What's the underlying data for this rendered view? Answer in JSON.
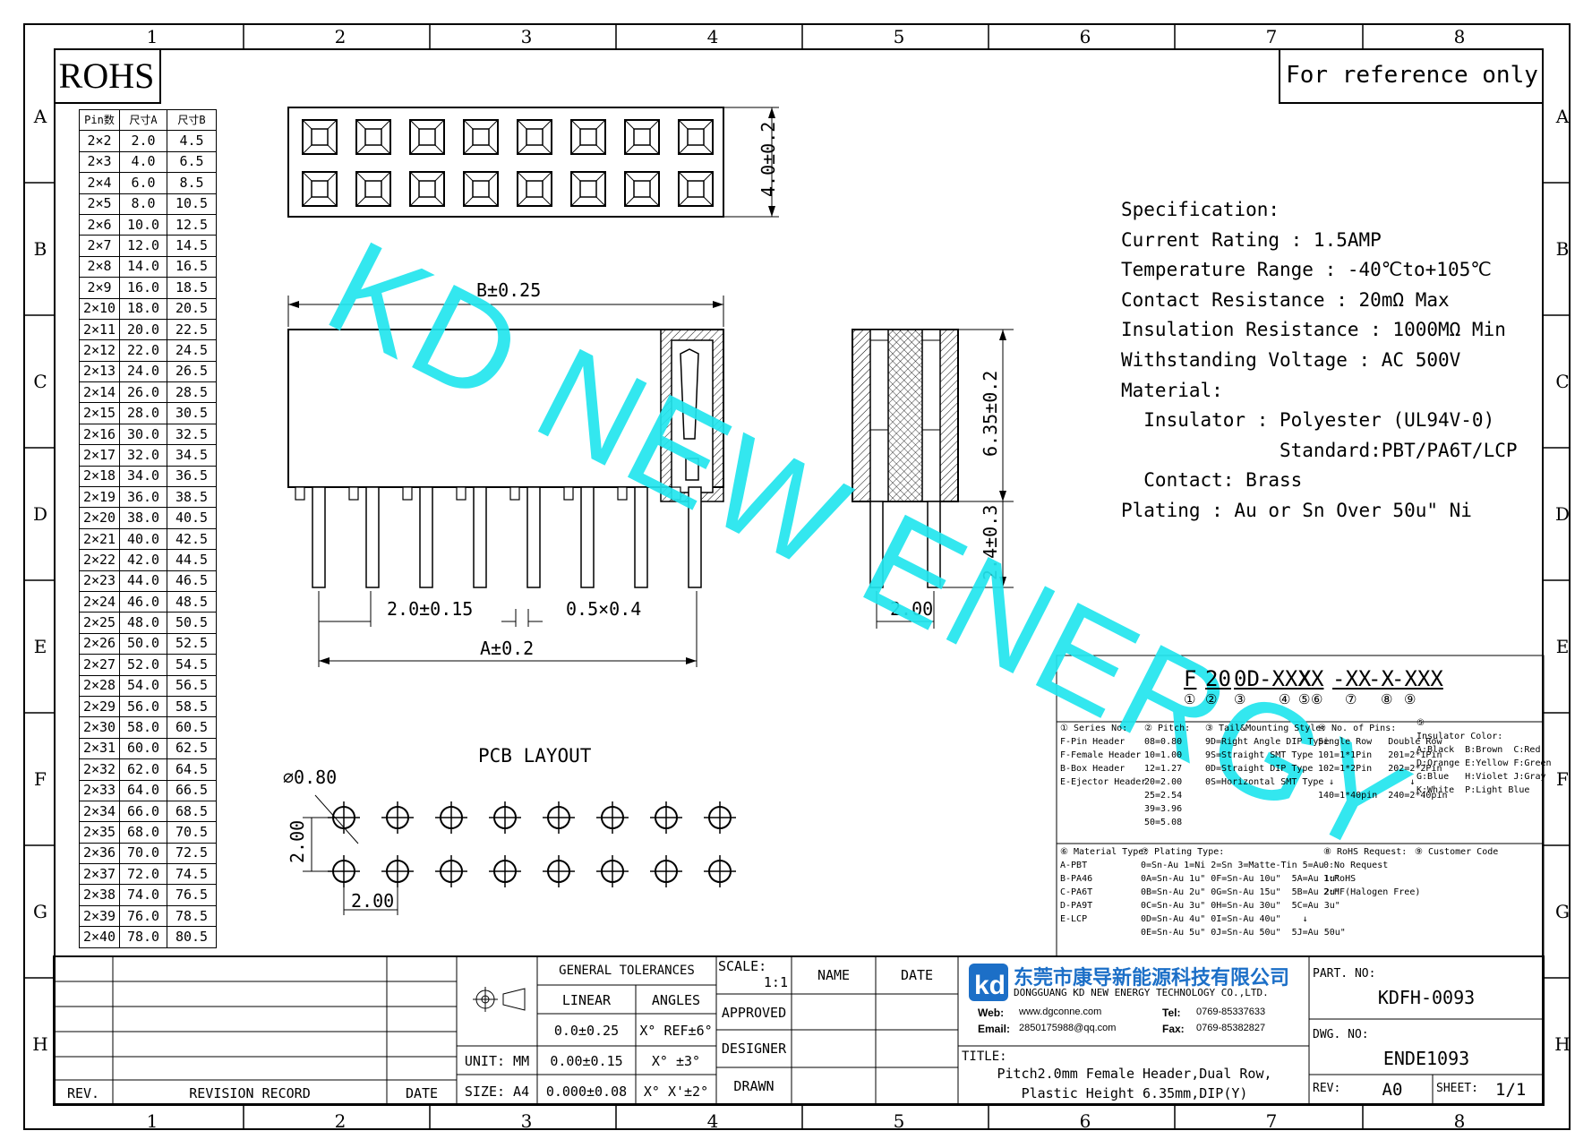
{
  "columns": [
    "1",
    "2",
    "3",
    "4",
    "5",
    "6",
    "7",
    "8"
  ],
  "rows": [
    "A",
    "B",
    "C",
    "D",
    "E",
    "F",
    "G",
    "H"
  ],
  "rohs": "ROHS",
  "reference_note": "For reference only",
  "pin_table": {
    "headers": [
      "Pin数",
      "尺寸A",
      "尺寸B"
    ],
    "rows": [
      [
        "2×2",
        "2.0",
        "4.5"
      ],
      [
        "2×3",
        "4.0",
        "6.5"
      ],
      [
        "2×4",
        "6.0",
        "8.5"
      ],
      [
        "2×5",
        "8.0",
        "10.5"
      ],
      [
        "2×6",
        "10.0",
        "12.5"
      ],
      [
        "2×7",
        "12.0",
        "14.5"
      ],
      [
        "2×8",
        "14.0",
        "16.5"
      ],
      [
        "2×9",
        "16.0",
        "18.5"
      ],
      [
        "2×10",
        "18.0",
        "20.5"
      ],
      [
        "2×11",
        "20.0",
        "22.5"
      ],
      [
        "2×12",
        "22.0",
        "24.5"
      ],
      [
        "2×13",
        "24.0",
        "26.5"
      ],
      [
        "2×14",
        "26.0",
        "28.5"
      ],
      [
        "2×15",
        "28.0",
        "30.5"
      ],
      [
        "2×16",
        "30.0",
        "32.5"
      ],
      [
        "2×17",
        "32.0",
        "34.5"
      ],
      [
        "2×18",
        "34.0",
        "36.5"
      ],
      [
        "2×19",
        "36.0",
        "38.5"
      ],
      [
        "2×20",
        "38.0",
        "40.5"
      ],
      [
        "2×21",
        "40.0",
        "42.5"
      ],
      [
        "2×22",
        "42.0",
        "44.5"
      ],
      [
        "2×23",
        "44.0",
        "46.5"
      ],
      [
        "2×24",
        "46.0",
        "48.5"
      ],
      [
        "2×25",
        "48.0",
        "50.5"
      ],
      [
        "2×26",
        "50.0",
        "52.5"
      ],
      [
        "2×27",
        "52.0",
        "54.5"
      ],
      [
        "2×28",
        "54.0",
        "56.5"
      ],
      [
        "2×29",
        "56.0",
        "58.5"
      ],
      [
        "2×30",
        "58.0",
        "60.5"
      ],
      [
        "2×31",
        "60.0",
        "62.5"
      ],
      [
        "2×32",
        "62.0",
        "64.5"
      ],
      [
        "2×33",
        "64.0",
        "66.5"
      ],
      [
        "2×34",
        "66.0",
        "68.5"
      ],
      [
        "2×35",
        "68.0",
        "70.5"
      ],
      [
        "2×36",
        "70.0",
        "72.5"
      ],
      [
        "2×37",
        "72.0",
        "74.5"
      ],
      [
        "2×38",
        "74.0",
        "76.5"
      ],
      [
        "2×39",
        "76.0",
        "78.5"
      ],
      [
        "2×40",
        "78.0",
        "80.5"
      ]
    ]
  },
  "dimensions": {
    "top_height": "4.0±0.2",
    "b_length": "B±0.25",
    "pitch": "2.0±0.15",
    "pin_size": "0.5×0.4",
    "a_length": "A±0.2",
    "plastic_height": "6.35±0.2",
    "tail_length": "2.4±0.3",
    "side_pitch": "2.00",
    "pcb_title": "PCB LAYOUT",
    "hole_dia": "⌀0.80",
    "pcb_row_pitch": "2.00",
    "pcb_col_pitch": "2.00"
  },
  "specification": {
    "lines": [
      "Specification:",
      "Current Rating : 1.5AMP",
      "Temperature Range : -40℃to+105℃",
      "Contact Resistance : 20mΩ Max",
      "Insulation Resistance : 1000MΩ Min",
      "Withstanding Voltage : AC 500V",
      "Material:",
      "  Insulator : Polyester (UL94V-0)",
      "              Standard:PBT/PA6T/LCP",
      "  Contact: Brass",
      "Plating : Au or Sn Over 50u\" Ni"
    ]
  },
  "watermark": "KD NEW ENERGY",
  "part_code": {
    "segments": [
      "F",
      "20",
      "0D",
      "-XXX",
      "X",
      "X",
      "-XX",
      "-X",
      "-XXX"
    ],
    "indices": [
      "①",
      "②",
      "③",
      "④",
      "⑤",
      "⑥",
      "⑦",
      "⑧",
      "⑨"
    ]
  },
  "legend": {
    "series": "① Series No:\nF-Pin Header\nF-Female Header\nB-Box Header\nE-Ejector Header",
    "pitch": "② Pitch:\n08=0.80\n10=1.00\n12=1.27\n20=2.00\n25=2.54\n39=3.96\n50=5.08",
    "tail": "③ Tail&Mounting Style:\n9D=Right Angle DIP Type\n9S=Straight SMT Type\n0D=Straight DIP Type\n0S=Horizontal SMT Type",
    "pins": "④ No. of Pins:\nSingle Row   Double Row\n101=1*1Pin   201=2*1Pin\n102=1*2Pin   202=2*2Pin\n  ↓              ↓\n140=1*40pin  240=2*40pin",
    "color": "⑤\nInsulator Color:\nA:Black  B:Brown  C:Red\nD:Orange E:Yellow F:Green\nG:Blue   H:Violet J:Gray\nK:White  P:Light Blue",
    "material": "⑥ Material Type:\nA-PBT\nB-PA46\nC-PA6T\nD-PA9T\nE-LCP",
    "plating": "⑦ Plating Type:\n0=Sn-Au 1=Ni 2=Sn 3=Matte-Tin 5=Au\n0A=Sn-Au 1u\" 0F=Sn-Au 10u\"  5A=Au 1u\"\n0B=Sn-Au 2u\" 0G=Sn-Au 15u\"  5B=Au 2u\"\n0C=Sn-Au 3u\" 0H=Sn-Au 30u\"  5C=Au 3u\"\n0D=Sn-Au 4u\" 0I=Sn-Au 40u\"    ↓\n0E=Sn-Au 5u\" 0J=Sn-Au 50u\"  5J=Au 50u\"",
    "rohs": "⑧ RoHS Request:\n0:No Request\n1:RoHS\n2:HF(Halogen Free)",
    "customer": "⑨ Customer Code"
  },
  "title_block": {
    "rev_label": "REV.",
    "revision_record": "REVISION RECORD",
    "date_label": "DATE",
    "general_tolerances": "GENERAL TOLERANCES",
    "linear": "LINEAR",
    "angles": "ANGLES",
    "tol_rows": [
      [
        "0.0±0.25",
        "X° REF±6°"
      ],
      [
        "0.00±0.15",
        "X° ±3°"
      ],
      [
        "0.000±0.08",
        "X° X'±2°"
      ]
    ],
    "unit": "UNIT: MM",
    "size": "SIZE: A4",
    "scale_label": "SCALE:",
    "scale_value": "1:1",
    "name_label": "NAME",
    "date_col": "DATE",
    "approved": "APPROVED",
    "designer": "DESIGNER",
    "drawn": "DRAWN",
    "company_cn": "东莞市康导新能源科技有限公司",
    "company_en": "DONGGUANG KD NEW ENERGY TECHNOLOGY CO.,LTD.",
    "web_label": "Web:",
    "web": "www.dgconne.com",
    "tel_label": "Tel:",
    "tel": "0769-85337633",
    "email_label": "Email:",
    "email": "2850175988@qq.com",
    "fax_label": "Fax:",
    "fax": "0769-85382827",
    "title_label": "TITLE:",
    "title_line1": "Pitch2.0mm Female Header,Dual Row,",
    "title_line2": "Plastic Height 6.35mm,DIP(Y)",
    "part_no_label": "PART. NO:",
    "part_no": "KDFH-0093",
    "dwg_no_label": "DWG. NO:",
    "dwg_no": "ENDE1093",
    "rev_field_label": "REV:",
    "rev_value": "A0",
    "sheet_label": "SHEET:",
    "sheet_value": "1/1"
  },
  "colors": {
    "watermark": "#22e5ee",
    "line": "#000000",
    "logo": "#1c6fc7"
  }
}
